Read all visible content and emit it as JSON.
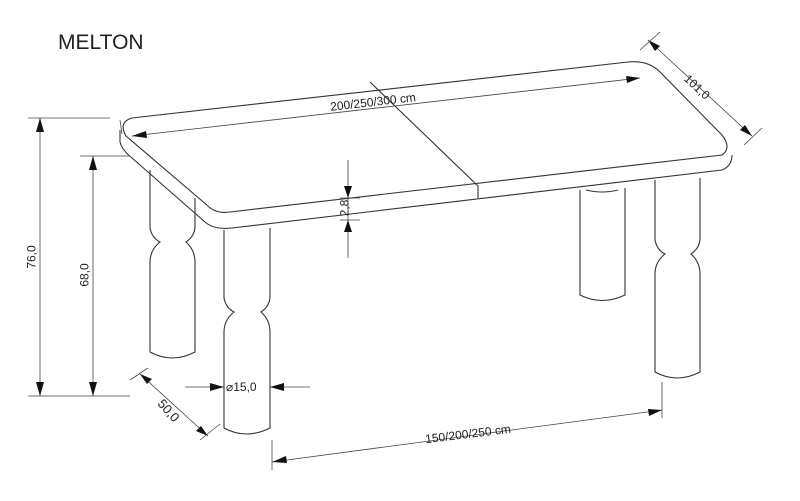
{
  "title": "MELTON",
  "dimensions": {
    "length": "200/250/300 cm",
    "width": "101,0",
    "top_thickness": "2,8",
    "total_height": "76,0",
    "leg_height": "68,0",
    "overhang": "50,0",
    "leg_diameter": "⌀15,0",
    "leg_spacing": "150/200/250 cm"
  }
}
